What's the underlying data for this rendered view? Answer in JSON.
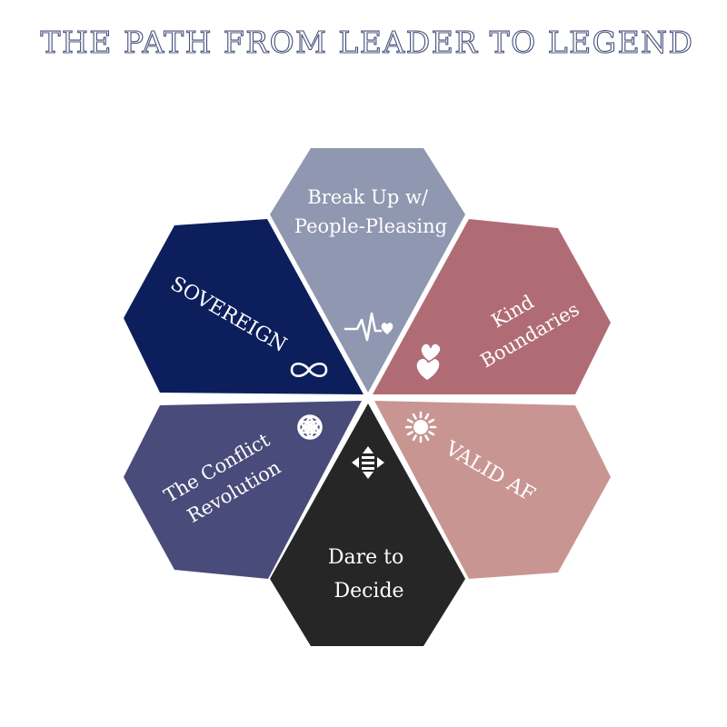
{
  "title": "THE PATH FROM LEADER TO LEGEND",
  "petals": [
    {
      "id": "people-pleasing",
      "lines": [
        "Break Up w/",
        "People-Pleasing"
      ],
      "color": "#9097b0",
      "icon": "heartbeat-icon"
    },
    {
      "id": "kind-boundaries",
      "lines": [
        "Kind",
        "Boundaries"
      ],
      "color": "#b06c74",
      "icon": "hearts-icon"
    },
    {
      "id": "valid-af",
      "lines": [
        "VALID AF"
      ],
      "color": "#c89593",
      "icon": "sun-icon"
    },
    {
      "id": "dare-to-decide",
      "lines": [
        "Dare to",
        "Decide"
      ],
      "color": "#262626",
      "icon": "arrows-menu-icon"
    },
    {
      "id": "conflict-revolution",
      "lines": [
        "The Conflict",
        "Revolution"
      ],
      "color": "#494b7a",
      "icon": "flower-of-life-icon"
    },
    {
      "id": "sovereign",
      "lines": [
        "SOVEREIGN"
      ],
      "color": "#0c1f5c",
      "icon": "infinity-icon"
    }
  ]
}
